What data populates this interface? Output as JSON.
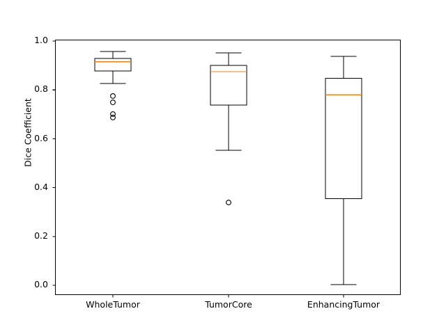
{
  "chart_data": {
    "type": "box",
    "title": "",
    "xlabel": "",
    "ylabel": "Dice Coefficient",
    "ylim": [
      0.0,
      1.0
    ],
    "yticks": [
      "0.0",
      "0.2",
      "0.4",
      "0.6",
      "0.8",
      "1.0"
    ],
    "ytick_values": [
      0.0,
      0.2,
      0.4,
      0.6,
      0.8,
      1.0
    ],
    "categories": [
      "WholeTumor",
      "TumorCore",
      "EnhancingTumor"
    ],
    "grid": false,
    "legend": false,
    "median_color": "#ff7f0e",
    "box_color": "#000000",
    "boxes": [
      {
        "label": "WholeTumor",
        "whisker_low": 0.826,
        "q1": 0.877,
        "median": 0.915,
        "q3": 0.929,
        "whisker_high": 0.957,
        "outliers": [
          0.775,
          0.749,
          0.701,
          0.687
        ]
      },
      {
        "label": "TumorCore",
        "whisker_low": 0.553,
        "q1": 0.738,
        "median": 0.875,
        "q3": 0.9,
        "whisker_high": 0.952,
        "outliers": [
          0.339
        ]
      },
      {
        "label": "EnhancingTumor",
        "whisker_low": 0.003,
        "q1": 0.355,
        "median": 0.78,
        "q3": 0.848,
        "whisker_high": 0.937,
        "outliers": []
      }
    ]
  },
  "axes": {
    "ylabel": "Dice Coefficient",
    "ytick_labels": [
      "1.0",
      "0.8",
      "0.6",
      "0.4",
      "0.2",
      "0.0"
    ],
    "xtick_labels": [
      "WholeTumor",
      "TumorCore",
      "EnhancingTumor"
    ]
  }
}
